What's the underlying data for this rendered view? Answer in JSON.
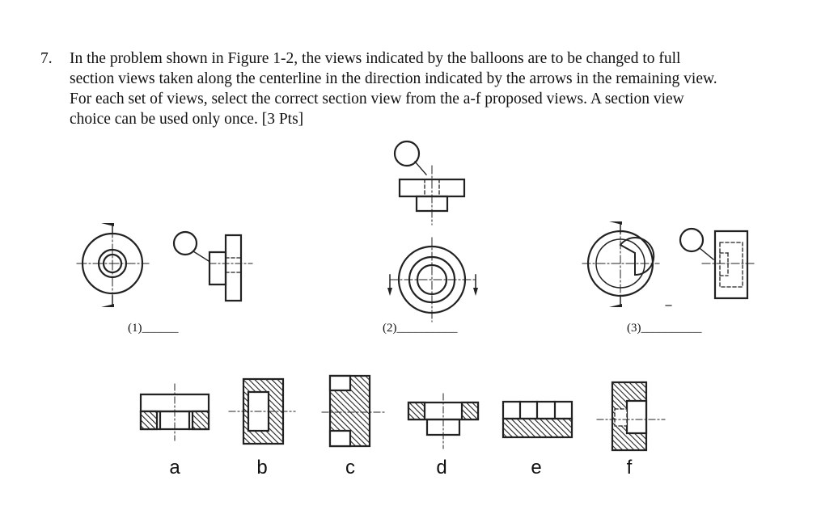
{
  "question": {
    "number": "7.",
    "lines": [
      "In the problem shown in Figure 1-2, the views indicated by the balloons are to be changed to full",
      "section views taken along the centerline in the direction indicated by the arrows in the remaining view.",
      "For each set of views, select the correct section view from the a-f proposed views. A section view",
      "choice can be used only once.  [3 Pts]"
    ]
  },
  "problems": [
    {
      "label": "(1)"
    },
    {
      "label": "(2)"
    },
    {
      "label": "(3)"
    }
  ],
  "choices": [
    "a",
    "b",
    "c",
    "d",
    "e",
    "f"
  ]
}
